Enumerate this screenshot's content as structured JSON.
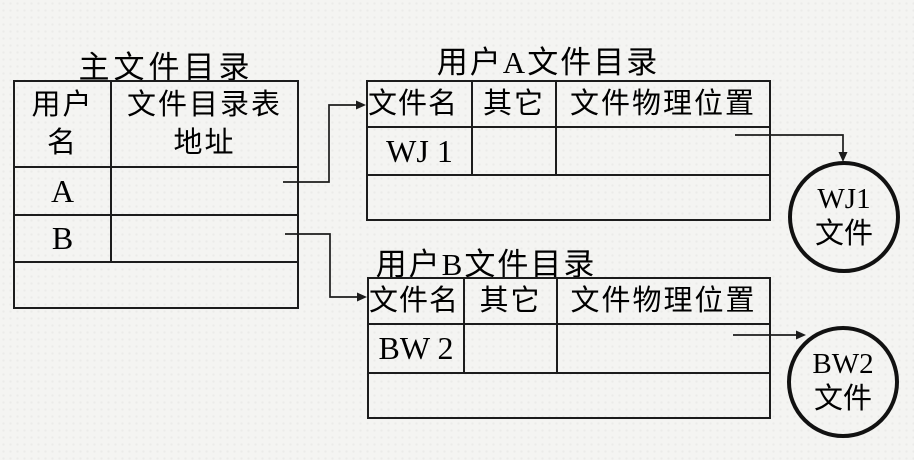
{
  "colors": {
    "background": "#f4f4f2",
    "line": "#1c1c1c",
    "text": "#000000"
  },
  "main_directory": {
    "title": "主文件目录",
    "columns": {
      "user": "用户\n名",
      "address": "文件目录表\n地址"
    },
    "rows": [
      {
        "user": "A",
        "address": ""
      },
      {
        "user": "B",
        "address": ""
      },
      {
        "user": "",
        "address": ""
      }
    ]
  },
  "user_a_directory": {
    "title": "用户A文件目录",
    "columns": [
      "文件名",
      "其它",
      "文件物理位置"
    ],
    "rows": [
      {
        "filename": "WJ 1",
        "other": "",
        "location": ""
      }
    ]
  },
  "user_b_directory": {
    "title": "用户B文件目录",
    "columns": [
      "文件名",
      "其它",
      "文件物理位置"
    ],
    "rows": [
      {
        "filename": "BW 2",
        "other": "",
        "location": ""
      }
    ]
  },
  "files": [
    {
      "label": "WJ1\n文件"
    },
    {
      "label": "BW2\n文件"
    }
  ],
  "links": [
    {
      "from": "主文件目录 行A",
      "to": "用户A文件目录"
    },
    {
      "from": "主文件目录 行B",
      "to": "用户B文件目录"
    },
    {
      "from": "用户A文件目录 WJ 1 文件物理位置",
      "to": "WJ1 文件"
    },
    {
      "from": "用户B文件目录 BW 2 文件物理位置",
      "to": "BW2 文件"
    }
  ]
}
